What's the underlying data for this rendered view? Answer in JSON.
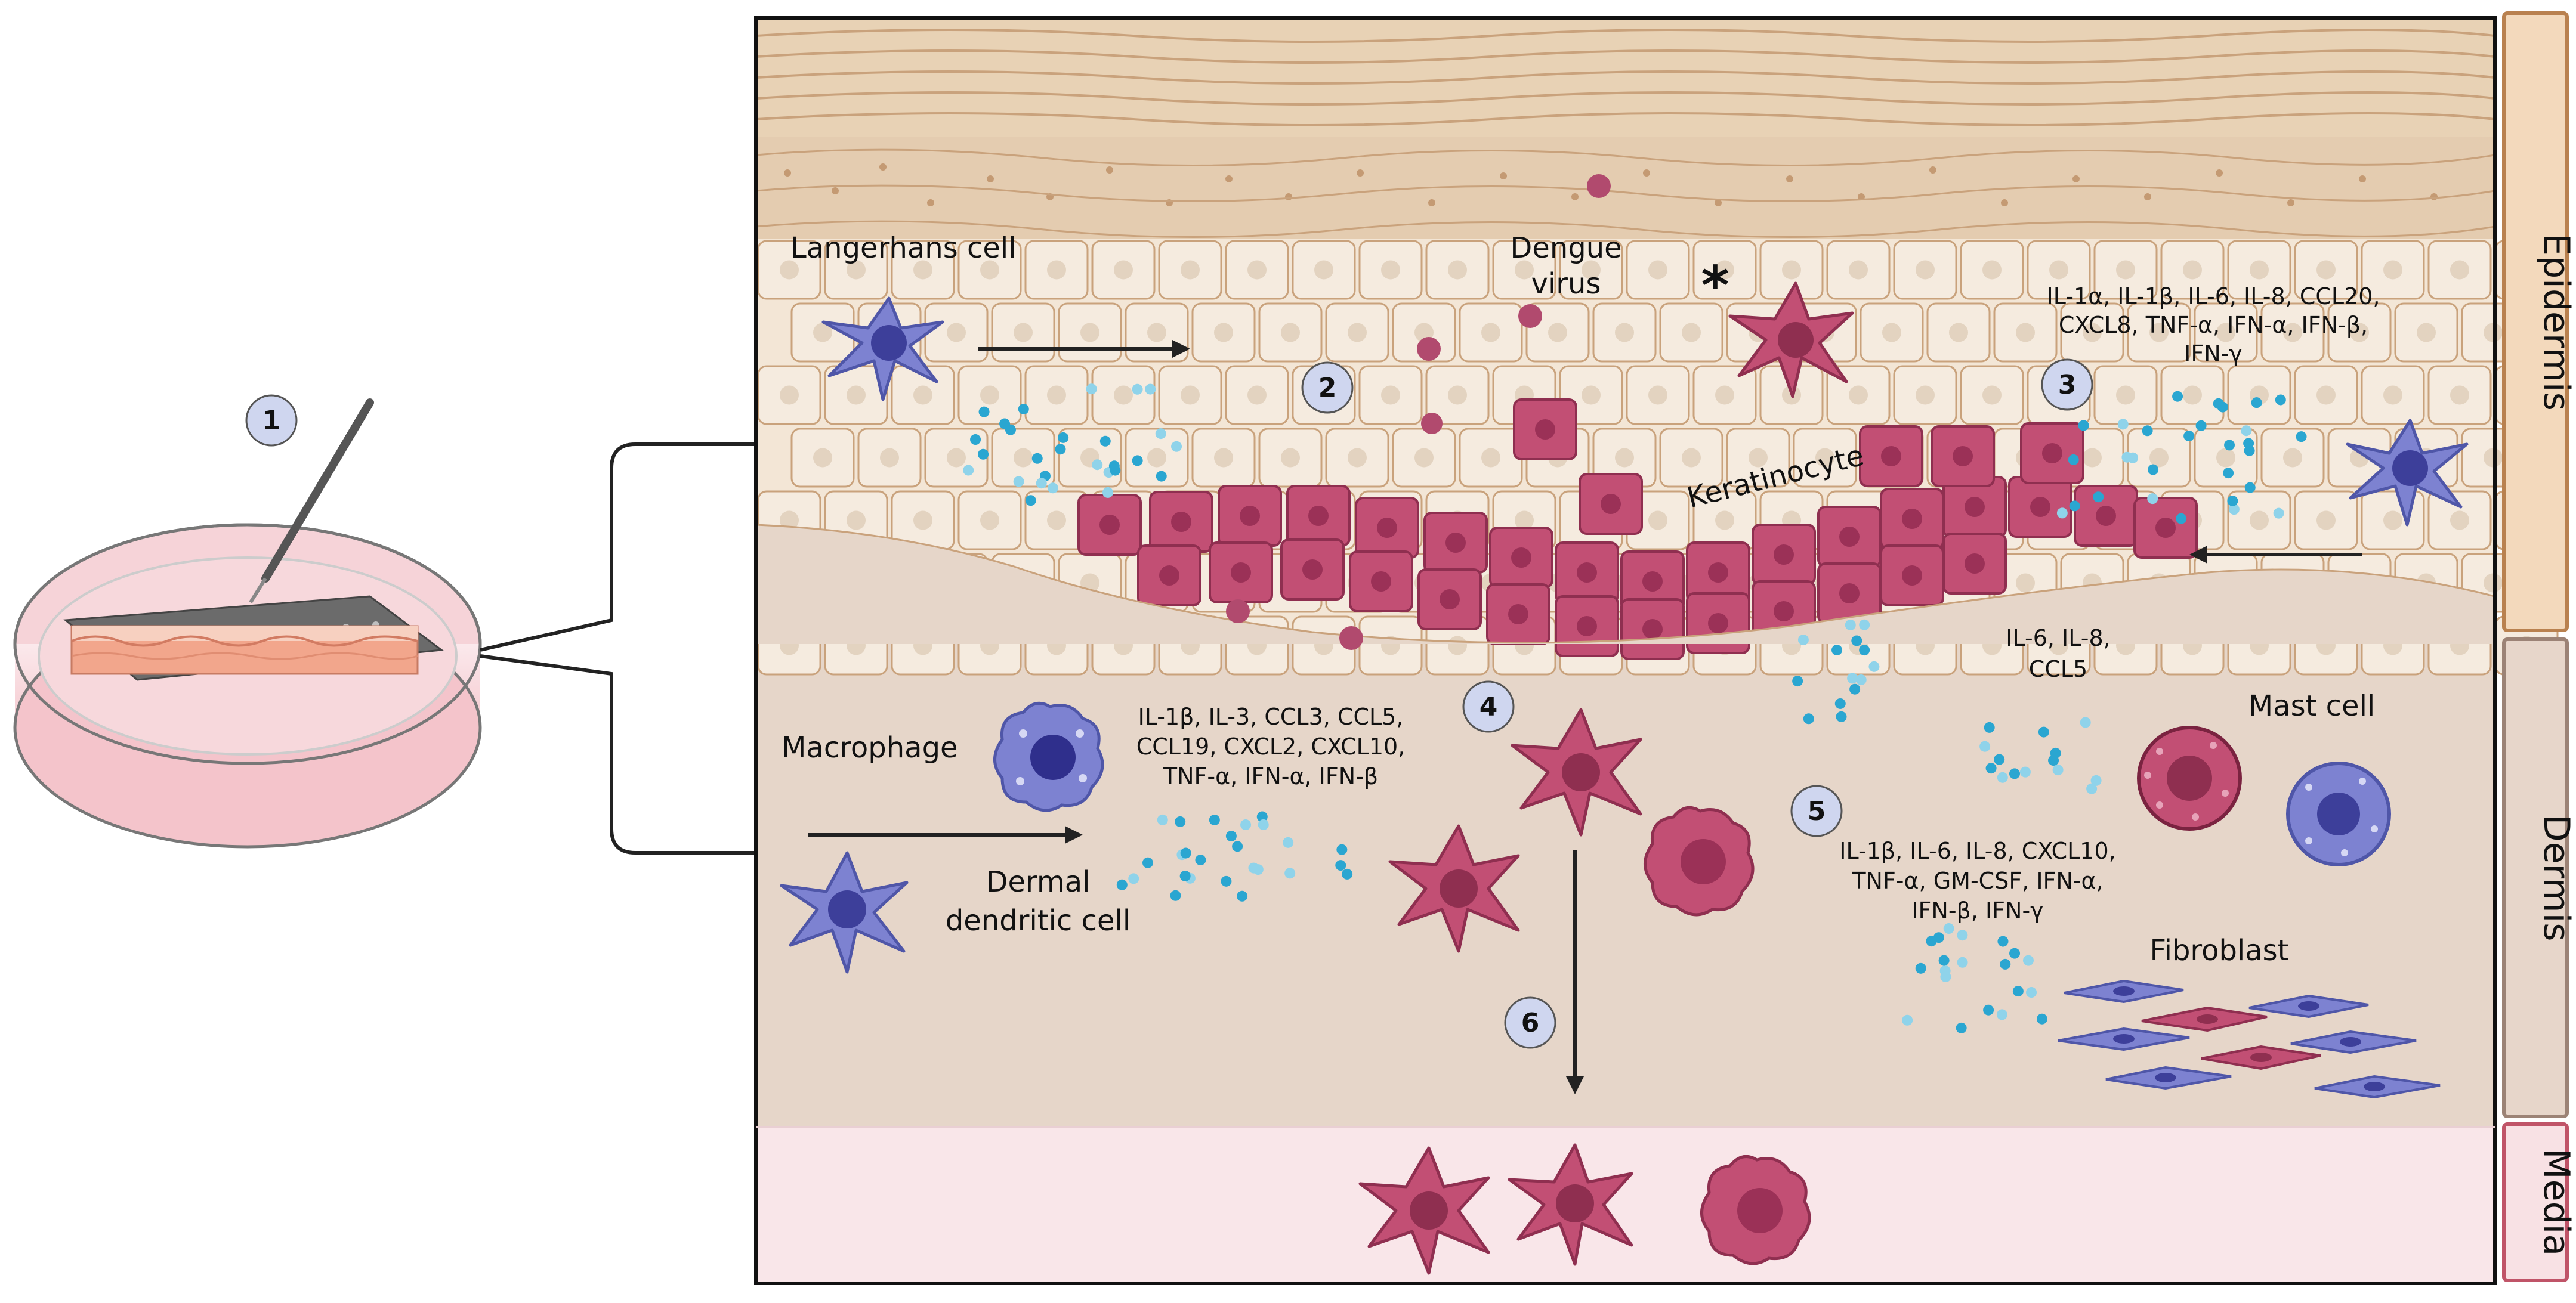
{
  "labels": {
    "langerhans": "Langerhans cell",
    "dengue_line1": "Dengue",
    "dengue_line2": "virus",
    "asterisk": "*",
    "keratinocyte": "Keratinocyte",
    "macrophage": "Macrophage",
    "dermal_dc_line1": "Dermal",
    "dermal_dc_line2": "dendritic cell",
    "mast_cell": "Mast cell",
    "fibroblast": "Fibroblast"
  },
  "cytokines": {
    "epidermis_lines": [
      "IL-1α, IL-1β, IL-6, IL-8, CCL20,",
      "CXCL8, TNF-α, IFN-α, IFN-β,",
      "IFN-γ"
    ],
    "mast_lines": [
      "IL-6, IL-8,",
      "CCL5"
    ],
    "macrophage_lines": [
      "IL-1β, IL-3, CCL3, CCL5,",
      "CCL19, CXCL2, CXCL10,",
      "TNF-α, IFN-α, IFN-β"
    ],
    "fibroblast_lines": [
      "IL-1β, IL-6, IL-8, CXCL10,",
      "TNF-α, GM-CSF, IFN-α,",
      "IFN-β, IFN-γ"
    ]
  },
  "steps": [
    "1",
    "2",
    "3",
    "4",
    "5",
    "6"
  ],
  "layers": {
    "epidermis": "Epidermis",
    "dermis": "Dermis",
    "media": "Media"
  },
  "colors": {
    "epidermis_tab": "#f3d9bc",
    "dermis_tab": "#e7d6ca",
    "media_tab": "#f8e1e4",
    "dermis_bg": "#e6d6c9",
    "media_bg": "#f9e6e9",
    "infected_cell": "#c24f74",
    "immune_cell": "#7d82d1",
    "step_badge": "#cfd6ef"
  }
}
